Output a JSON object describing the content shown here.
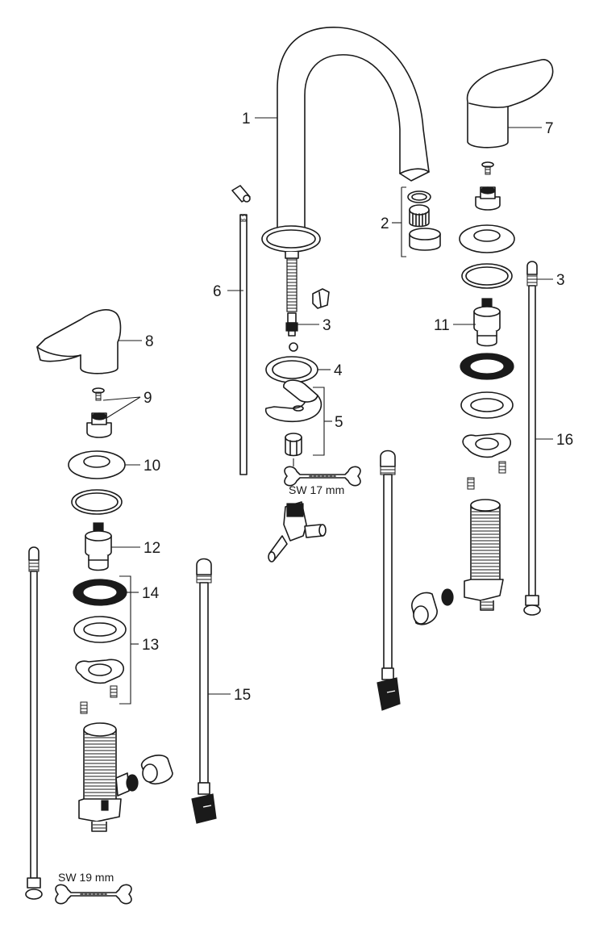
{
  "callouts": {
    "c1": "1",
    "c2": "2",
    "c3a": "3",
    "c3b": "3",
    "c4": "4",
    "c5": "5",
    "c6": "6",
    "c7": "7",
    "c8": "8",
    "c9": "9",
    "c10": "10",
    "c11": "11",
    "c12": "12",
    "c13": "13",
    "c14": "14",
    "c15": "15",
    "c16": "16"
  },
  "wrenches": {
    "top": "SW 17 mm",
    "bottom": "SW 19 mm"
  },
  "icons": [
    "wrench-icon"
  ]
}
